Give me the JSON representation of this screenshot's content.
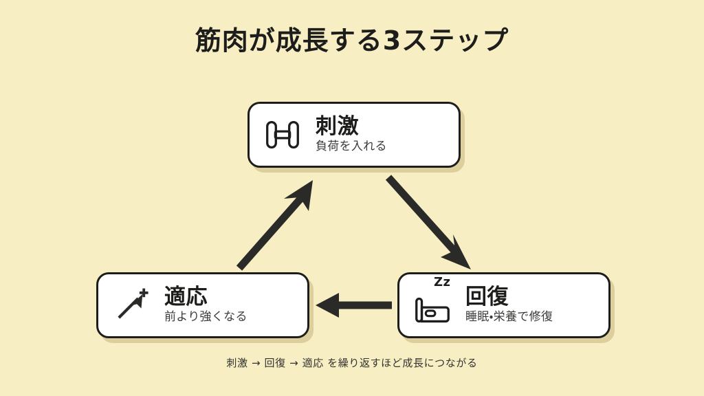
{
  "page": {
    "title": "筋肉が成長する3ステップ",
    "caption": "刺激 → 回復 → 適応 を繰り返すほど成長につながる",
    "background_color": "#F7EEC4",
    "ink_color": "#1D1D1B",
    "card_fill_color": "#FFFFFF",
    "shadow_color": "#C6B67E",
    "subtitle_color": "#3B3B39"
  },
  "cards": [
    {
      "id": "stimulus",
      "step": 1,
      "title": "刺激",
      "subtitle": "負荷を入れる",
      "icon": "dumbbell-icon",
      "badge": ""
    },
    {
      "id": "recovery",
      "step": 2,
      "title": "回復",
      "subtitle": "睡眠・栄養で修復",
      "icon": "bed-icon",
      "badge": "Zz"
    },
    {
      "id": "adaptation",
      "step": 3,
      "title": "適応",
      "subtitle": "前より強くなる",
      "icon": "trending-up-plus-icon",
      "badge": ""
    }
  ],
  "arrows": [
    {
      "id": "stimulus-to-recovery",
      "from": "刺激",
      "to": "回復",
      "direction": "down-right"
    },
    {
      "id": "recovery-to-adaptation",
      "from": "回復",
      "to": "適応",
      "direction": "left"
    },
    {
      "id": "adaptation-to-stimulus",
      "from": "適応",
      "to": "刺激",
      "direction": "up-right"
    }
  ]
}
